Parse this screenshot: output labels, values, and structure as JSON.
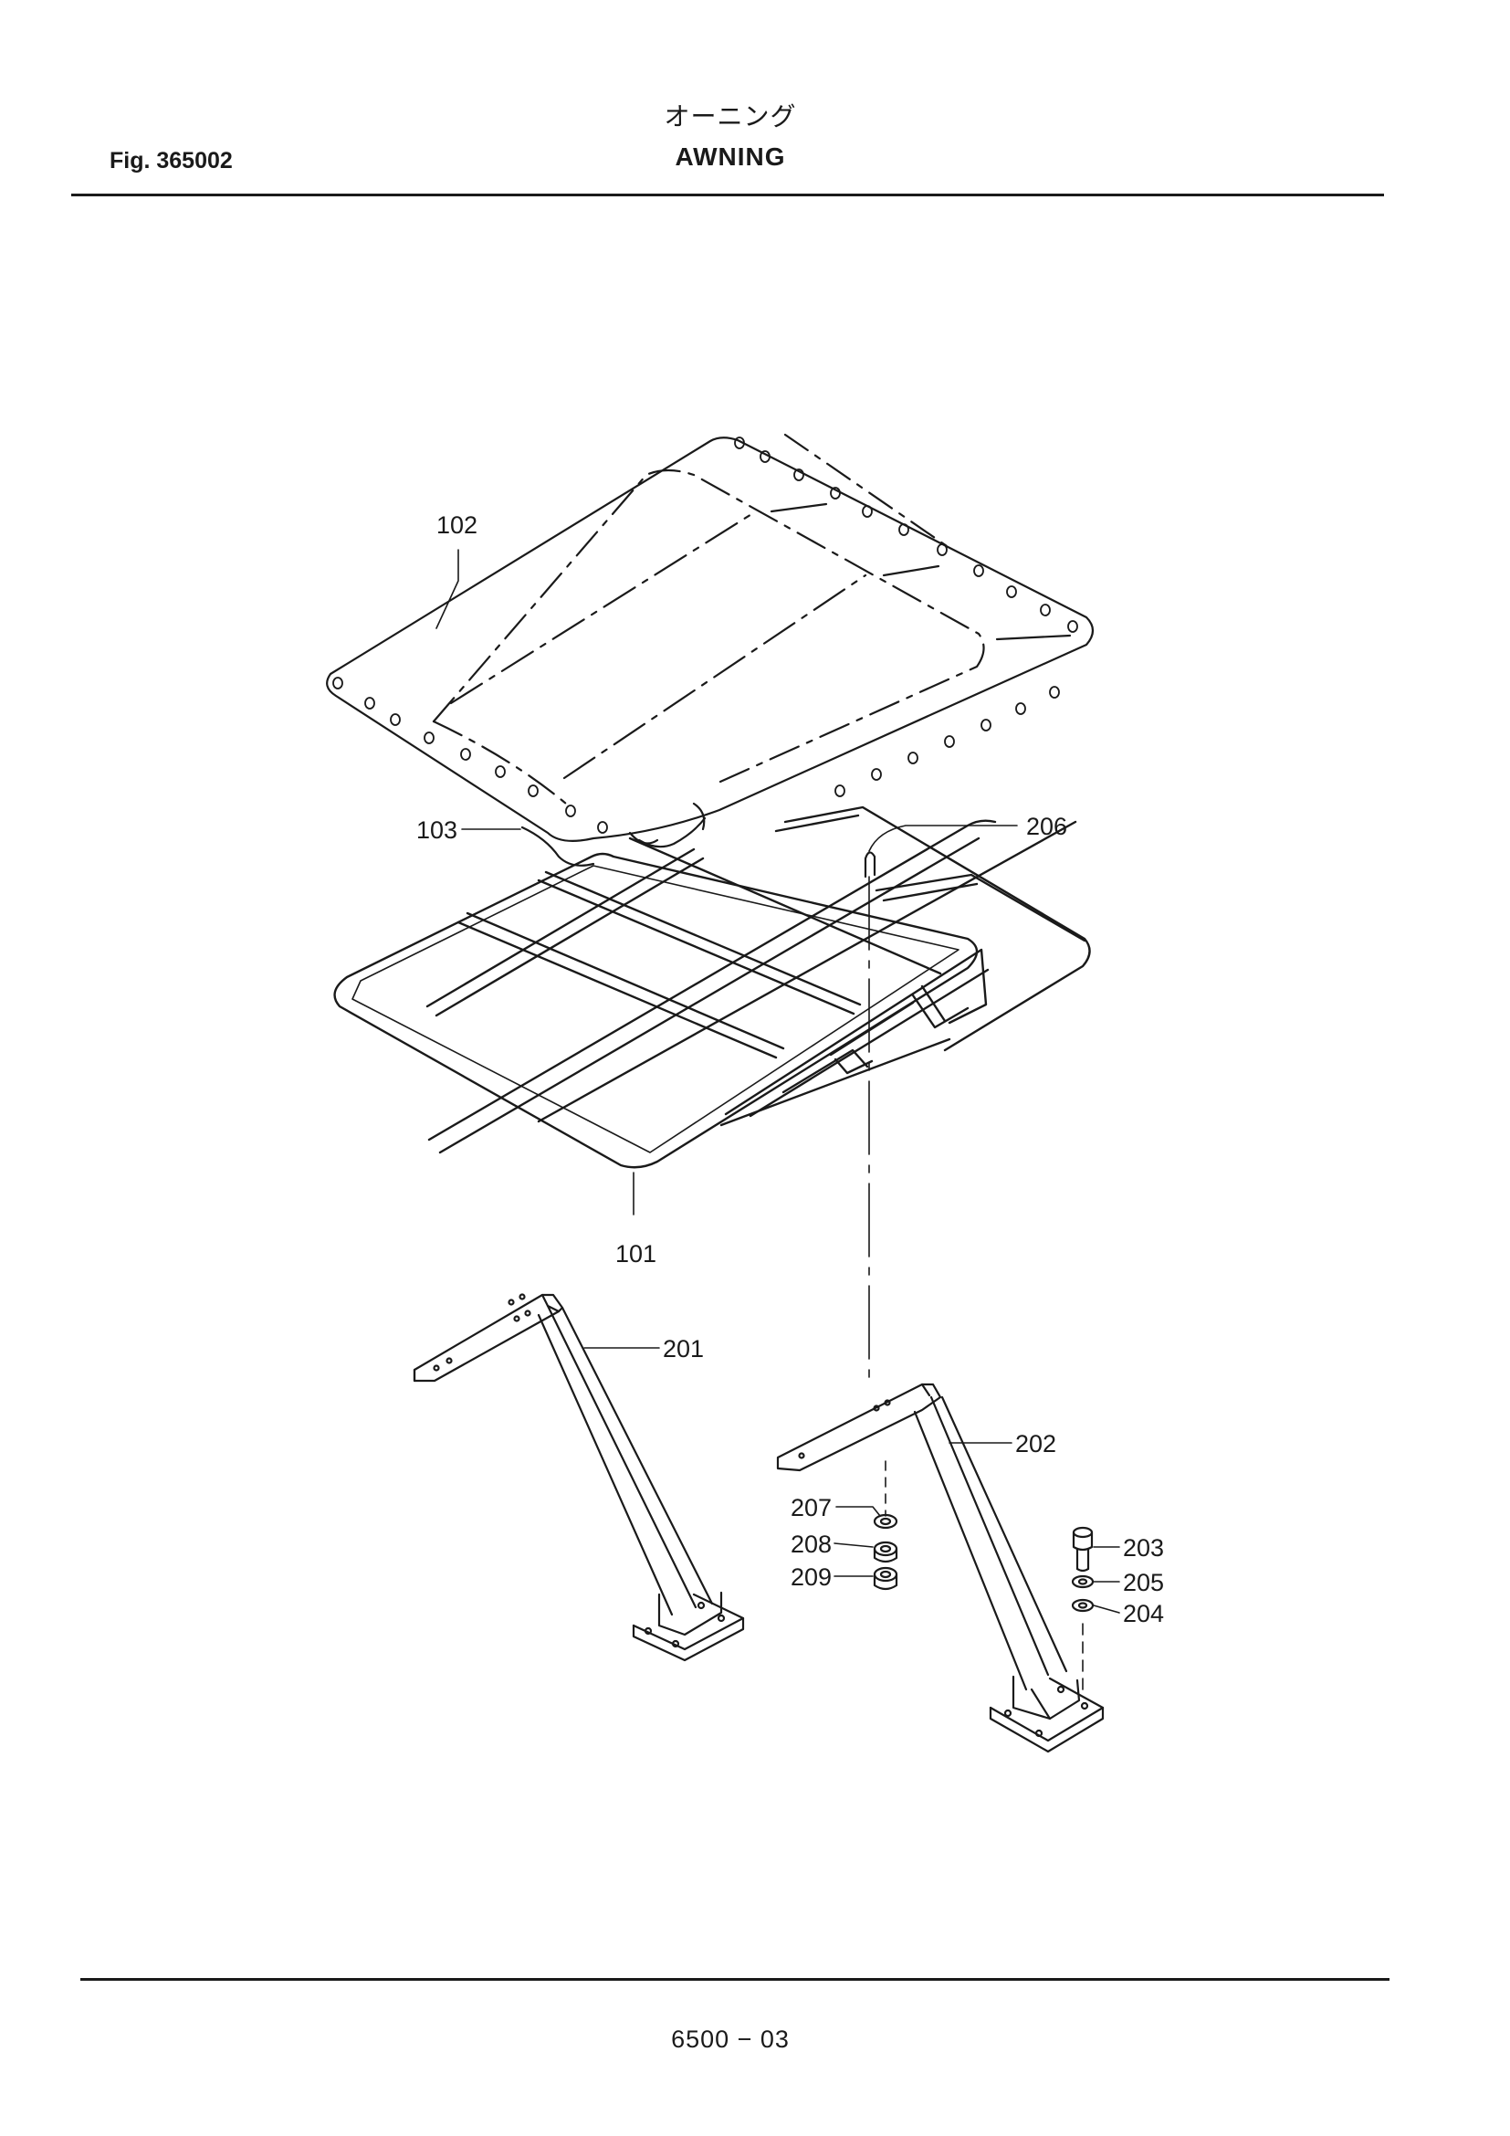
{
  "header": {
    "title_jp": "オーニング",
    "title_en": "AWNING",
    "figure_number": "Fig. 365002"
  },
  "footer": {
    "page_number": "6500 − 03"
  },
  "callouts": [
    {
      "id": "c101",
      "label": "101"
    },
    {
      "id": "c102",
      "label": "102"
    },
    {
      "id": "c103",
      "label": "103"
    },
    {
      "id": "c201",
      "label": "201"
    },
    {
      "id": "c202",
      "label": "202"
    },
    {
      "id": "c203",
      "label": "203"
    },
    {
      "id": "c204",
      "label": "204"
    },
    {
      "id": "c205",
      "label": "205"
    },
    {
      "id": "c206",
      "label": "206"
    },
    {
      "id": "c207",
      "label": "207"
    },
    {
      "id": "c208",
      "label": "208"
    },
    {
      "id": "c209",
      "label": "209"
    }
  ]
}
